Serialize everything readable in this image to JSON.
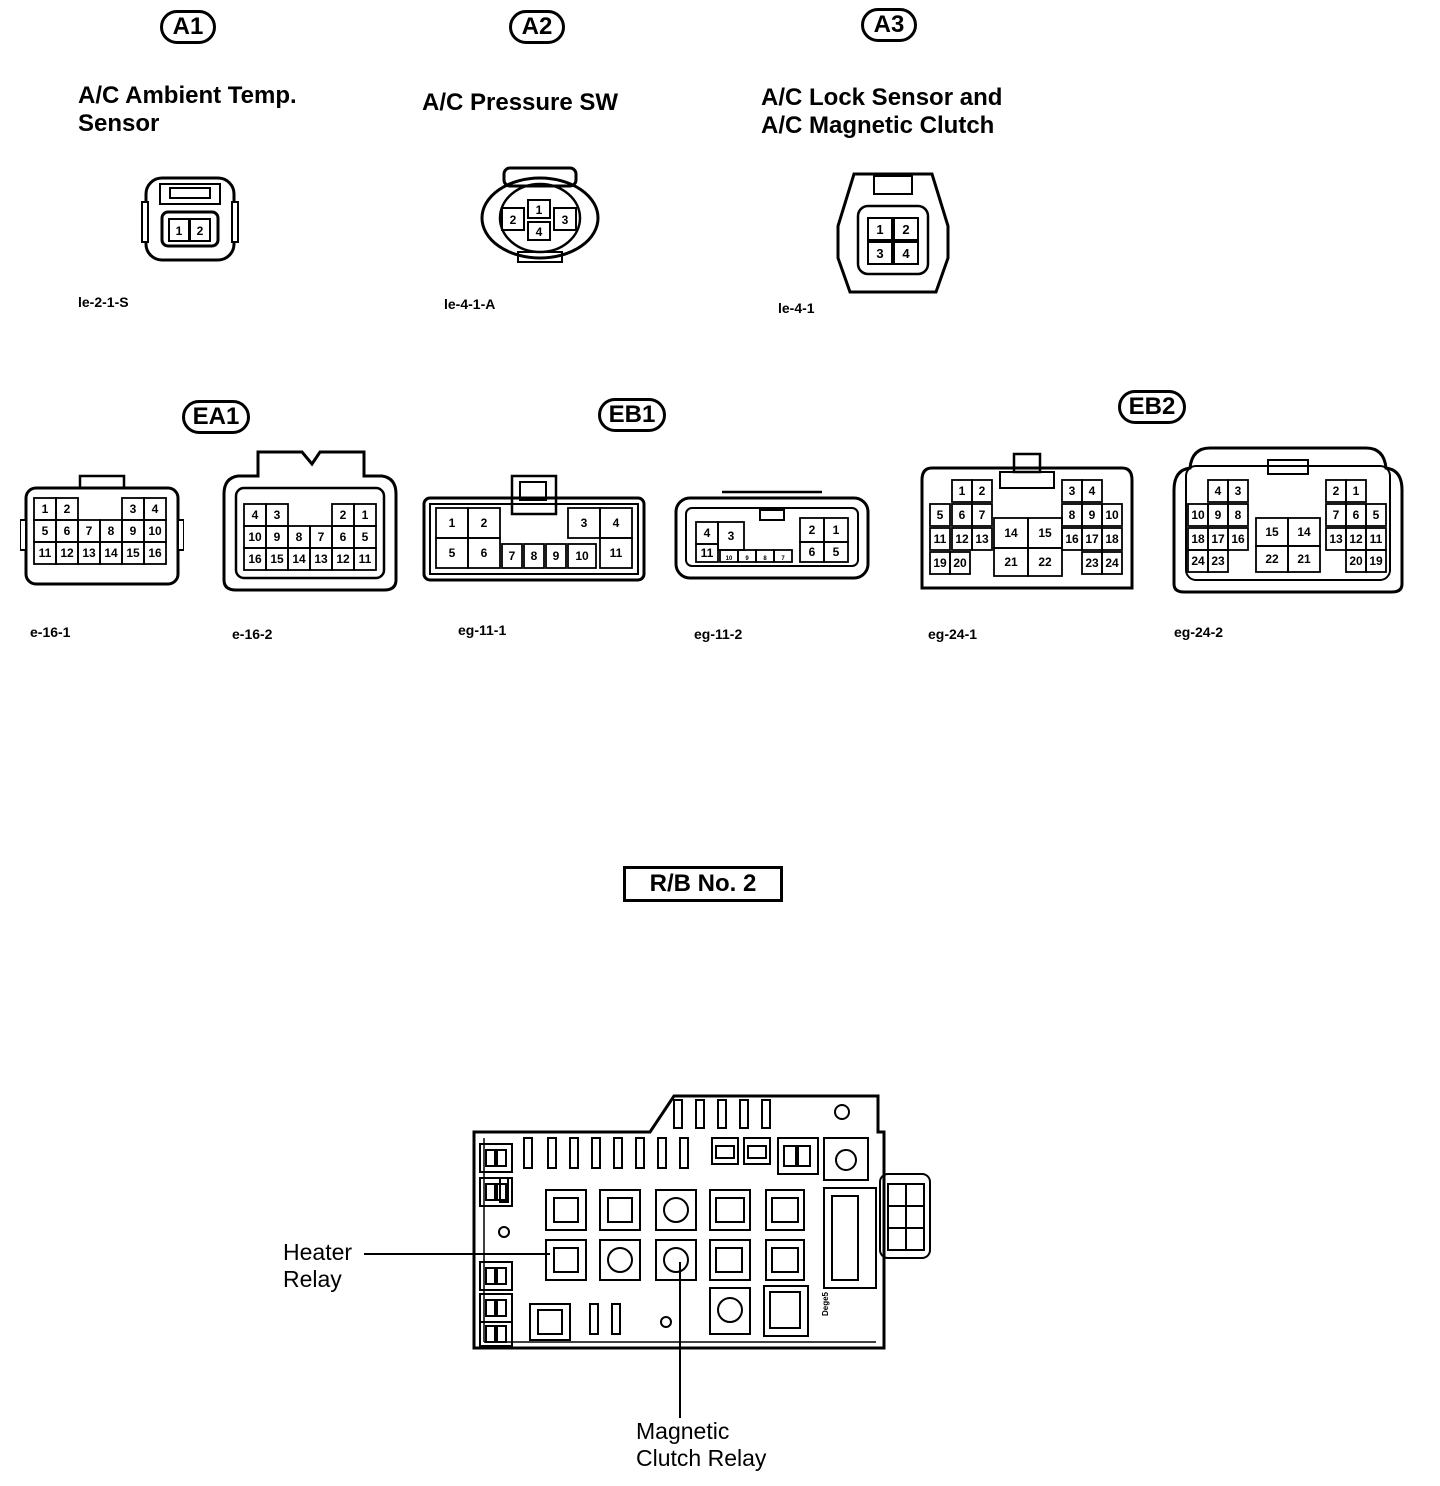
{
  "connectors_top": [
    {
      "id": "A1",
      "title": "A/C Ambient Temp.\nSensor",
      "code": "le-2-1-S",
      "pins": [
        "1",
        "2"
      ]
    },
    {
      "id": "A2",
      "title": "A/C Pressure SW",
      "code": "le-4-1-A",
      "pins": [
        "1",
        "2",
        "3",
        "4"
      ]
    },
    {
      "id": "A3",
      "title": "A/C Lock Sensor and\nA/C Magnetic Clutch",
      "code": "le-4-1",
      "pins": [
        "1",
        "2",
        "3",
        "4"
      ]
    }
  ],
  "connectors_mid": {
    "groups": [
      "EA1",
      "EB1",
      "EB2"
    ],
    "codes": [
      "e-16-1",
      "e-16-2",
      "eg-11-1",
      "eg-11-2",
      "eg-24-1",
      "eg-24-2"
    ],
    "e16_1_pins": [
      [
        "1",
        "2",
        "",
        "",
        "3",
        "4"
      ],
      [
        "5",
        "6",
        "7",
        "8",
        "9",
        "10"
      ],
      [
        "11",
        "12",
        "13",
        "14",
        "15",
        "16"
      ]
    ],
    "e16_2_pins": [
      [
        "4",
        "3",
        "",
        "",
        "2",
        "1"
      ],
      [
        "10",
        "9",
        "8",
        "7",
        "6",
        "5"
      ],
      [
        "16",
        "15",
        "14",
        "13",
        "12",
        "11"
      ]
    ],
    "eg11_1_pins": [
      "1",
      "2",
      "3",
      "4",
      "5",
      "6",
      "7",
      "8",
      "9",
      "10",
      "11"
    ],
    "eg11_2_pins": [
      "4",
      "3",
      "2",
      "1",
      "11",
      "10",
      "9",
      "8",
      "7",
      "6",
      "5"
    ],
    "eg24_1_pins": [
      "1",
      "2",
      "3",
      "4",
      "6",
      "7",
      "8",
      "9",
      "10",
      "5",
      "14",
      "15",
      "11",
      "12",
      "13",
      "16",
      "17",
      "18",
      "19",
      "20",
      "21",
      "22",
      "23",
      "24"
    ],
    "eg24_2_pins": [
      "4",
      "3",
      "2",
      "1",
      "10",
      "9",
      "8",
      "7",
      "6",
      "5",
      "15",
      "14",
      "18",
      "17",
      "16",
      "13",
      "12",
      "11",
      "24",
      "23",
      "22",
      "21",
      "20",
      "19"
    ]
  },
  "relay_block": {
    "title": "R/B No. 2",
    "heater_relay": "Heater\nRelay",
    "magnetic_clutch_relay": "Magnetic\nClutch Relay",
    "small_label": "Dege5"
  }
}
